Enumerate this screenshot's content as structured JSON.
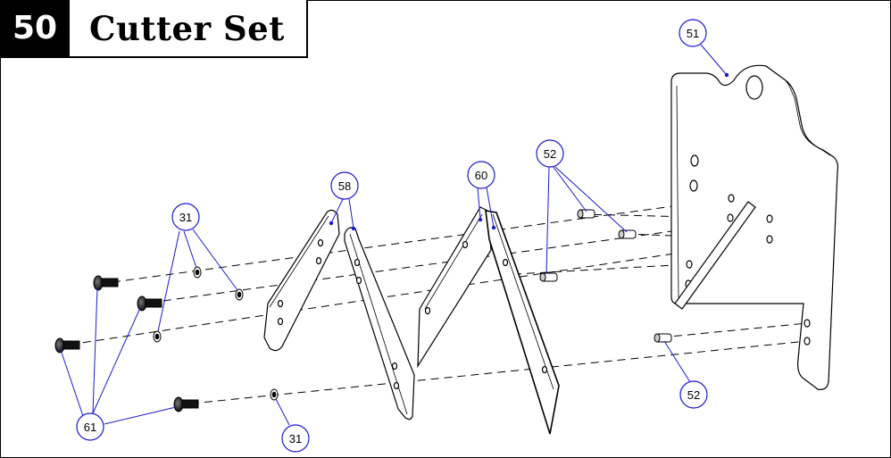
{
  "header": {
    "section_number": "50",
    "section_title": "Cutter Set"
  },
  "colors": {
    "callout_circle": "#1a1acc",
    "leader_line": "#1a1acc",
    "part_outline": "#000000",
    "title_block": "#000000"
  },
  "callouts": [
    {
      "id": "callout-51",
      "label": "51"
    },
    {
      "id": "callout-52-top",
      "label": "52"
    },
    {
      "id": "callout-52-bottom",
      "label": "52"
    },
    {
      "id": "callout-58",
      "label": "58"
    },
    {
      "id": "callout-60",
      "label": "60"
    },
    {
      "id": "callout-31-top",
      "label": "31"
    },
    {
      "id": "callout-31-bottom",
      "label": "31"
    },
    {
      "id": "callout-61",
      "label": "61"
    }
  ]
}
